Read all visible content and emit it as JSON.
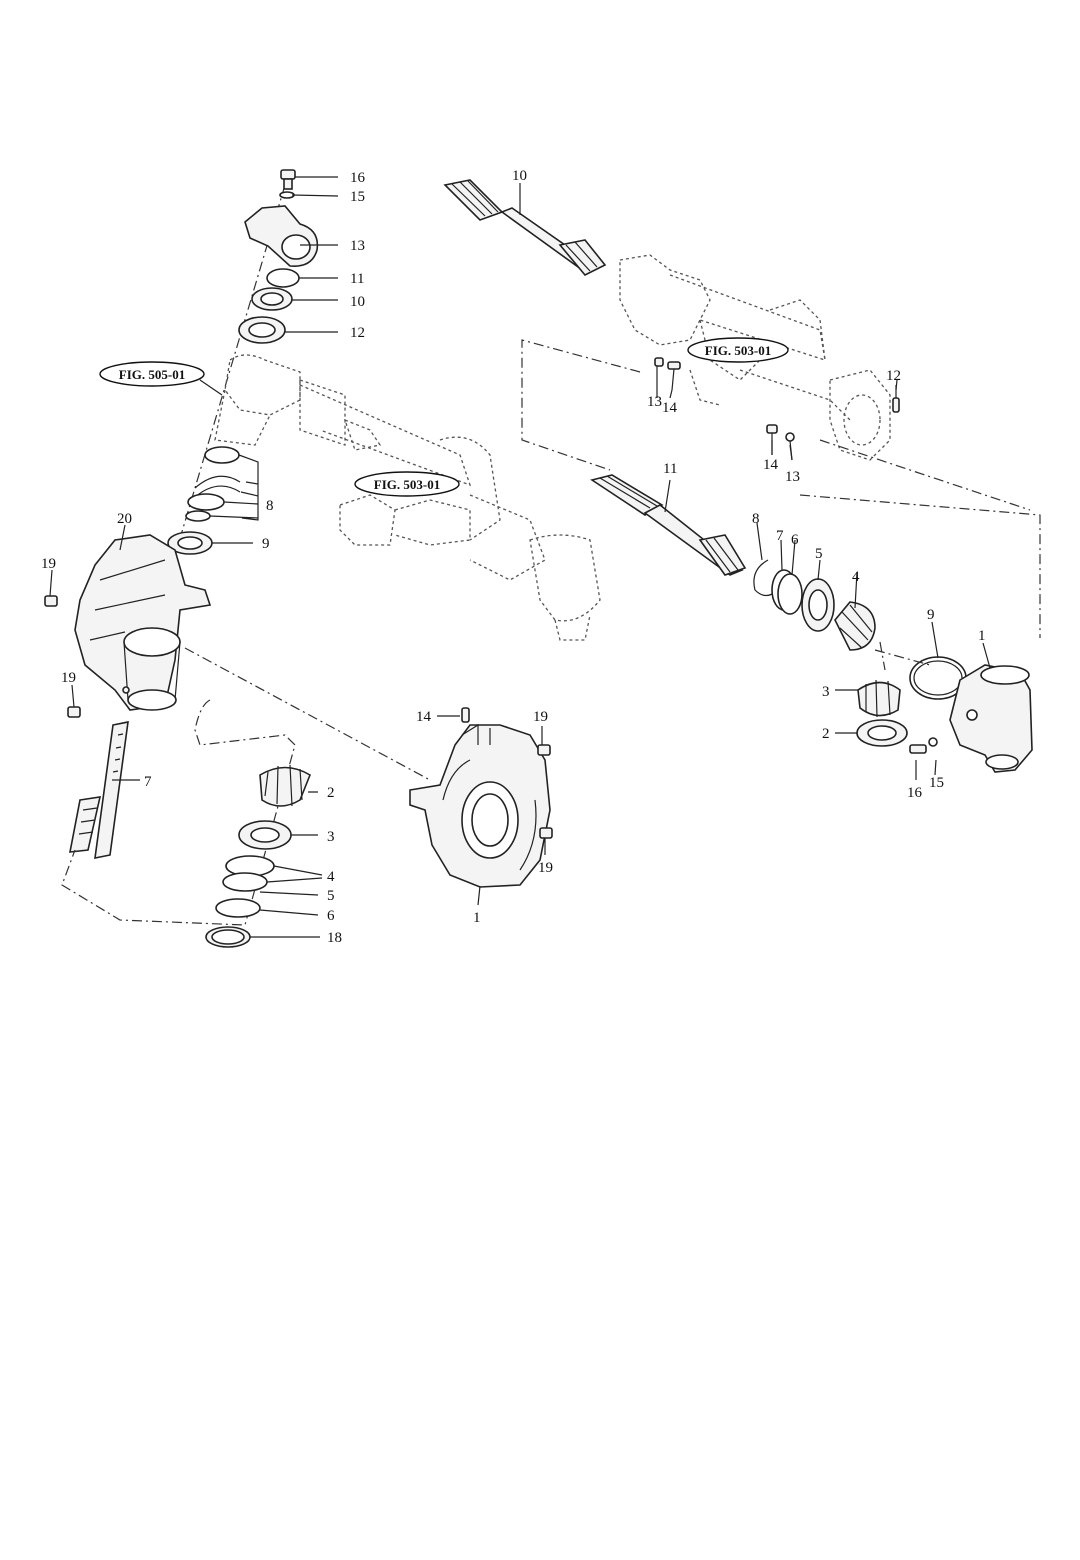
{
  "figure_refs": {
    "left_top": "FIG. 505-01",
    "left_mid": "FIG. 503-01",
    "right_top": "FIG. 503-01"
  },
  "callouts": {
    "l16": "16",
    "l15": "15",
    "l13": "13",
    "l11": "11",
    "l10": "10",
    "l12": "12",
    "l8": "8",
    "l9": "9",
    "l20": "20",
    "l19a": "19",
    "l19b": "19",
    "l7": "7",
    "l2": "2",
    "l3": "3",
    "l4": "4",
    "l5": "5",
    "l6": "6",
    "l18": "18",
    "m14": "14",
    "m19a": "19",
    "m19b": "19",
    "m1": "1",
    "r10": "10",
    "r13a": "13",
    "r14a": "14",
    "r12": "12",
    "r14b": "14",
    "r13b": "13",
    "r11": "11",
    "r8": "8",
    "r7": "7",
    "r6": "6",
    "r5": "5",
    "r4": "4",
    "r9": "9",
    "r1": "1",
    "r3": "3",
    "r2": "2",
    "r16": "16",
    "r15": "15"
  }
}
